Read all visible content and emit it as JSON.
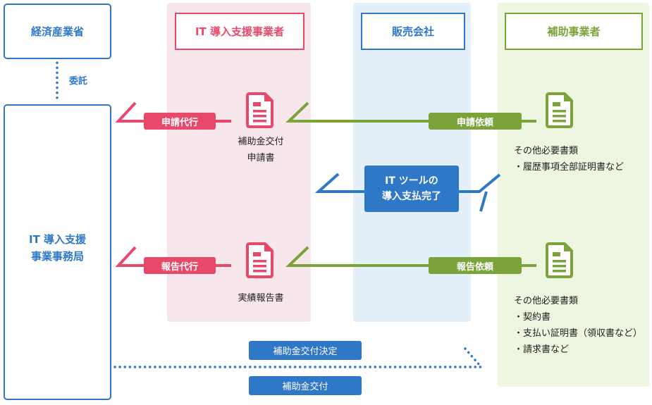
{
  "colors": {
    "blue": "#2f77c7",
    "red": "#e8496b",
    "green": "#7aa33a",
    "pink_bg": "#f7e7ec",
    "blue_bg": "#e3eff9",
    "green_bg": "#ecf6e1"
  },
  "headers": {
    "ministry": "経済産業省",
    "it_vendor": "IT 導入支援事業者",
    "sales": "販売会社",
    "grantee": "補助事業者"
  },
  "ministry_link": "委託",
  "office": {
    "line1": "IT 導入支援",
    "line2": "事業事務局"
  },
  "arrows": {
    "apply_proxy": "申請代行",
    "apply_request": "申請依頼",
    "report_proxy": "報告代行",
    "report_request": "報告依頼",
    "payment": {
      "line1": "IT ツールの",
      "line2": "導入支払完了"
    },
    "decision": "補助金交付決定",
    "grant": "補助金交付"
  },
  "documents": {
    "application": {
      "line1": "補助金交付",
      "line2": "申請書"
    },
    "report": "実績報告書",
    "icon": "document-icon"
  },
  "notes": {
    "apply": {
      "title": "その他必要書類",
      "items": [
        "・履歴事項全部証明書など"
      ]
    },
    "report": {
      "title": "その他必要書類",
      "items": [
        "・契約書",
        "・支払い証明書（領収書など）",
        "・請求書など"
      ]
    }
  }
}
